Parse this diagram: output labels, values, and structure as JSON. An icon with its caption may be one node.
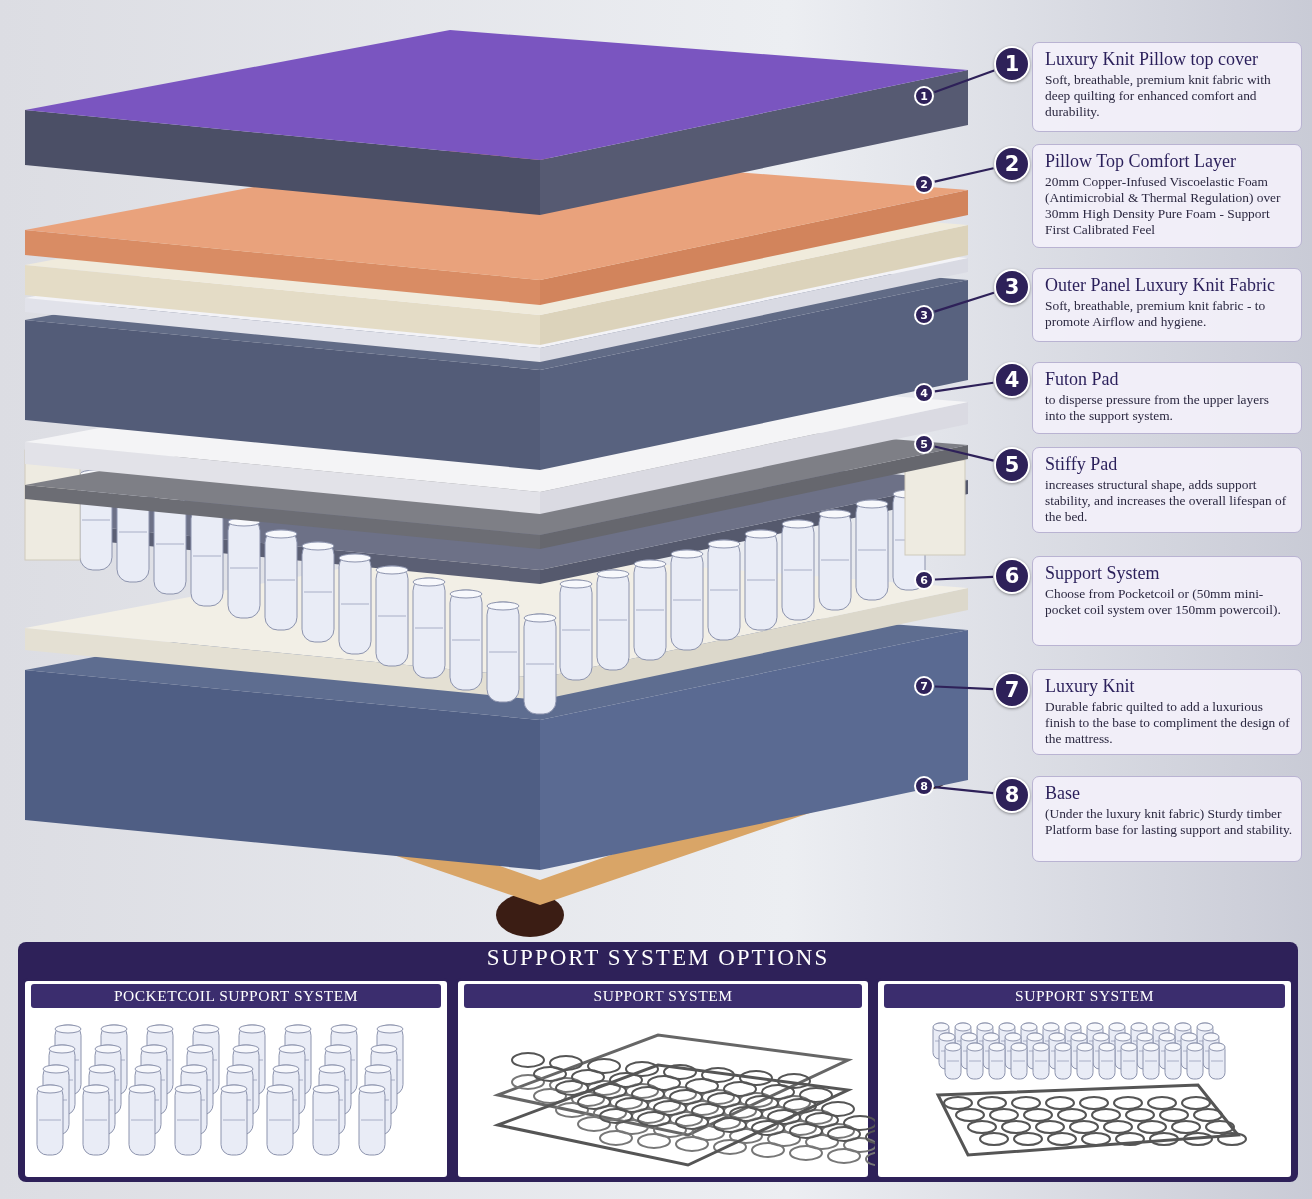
{
  "diagram": {
    "nodes": [
      {
        "text": [
          "1"
        ]
      },
      {
        "text": [
          "1"
        ]
      },
      {
        "text": [
          "Luxury Knit Pillow top cover",
          "Soft, breathable, premium knit fabric with deep quilting for enhanced comfort and durability."
        ]
      },
      {
        "text": [
          "2"
        ]
      },
      {
        "text": [
          "2"
        ]
      },
      {
        "text": [
          "Pillow Top Comfort Layer",
          "20mm Copper-Infused Viscoelastic Foam (Antimicrobial & Thermal Regulation) over 30mm High Density Pure Foam - Support First Calibrated Feel"
        ]
      },
      {
        "text": [
          "3"
        ]
      },
      {
        "text": [
          "3"
        ]
      },
      {
        "text": [
          "Outer Panel Luxury Knit Fabric",
          "Soft, breathable, premium knit fabric - to promote Airflow and hygiene."
        ]
      },
      {
        "text": [
          "4"
        ]
      },
      {
        "text": [
          "4"
        ]
      },
      {
        "text": [
          "Futon Pad",
          "to disperse pressure from the upper layers into the support system."
        ]
      },
      {
        "text": [
          "5"
        ]
      },
      {
        "text": [
          "5"
        ]
      },
      {
        "text": [
          "Stiffy Pad",
          "increases structural shape, adds support stability, and increases the overall lifespan of the bed."
        ]
      },
      {
        "text": [
          "6"
        ]
      },
      {
        "text": [
          "6"
        ]
      },
      {
        "text": [
          "Support System",
          "Choose from Pocketcoil or (50mm mini-pocket coil system over 150mm powercoil)."
        ]
      },
      {
        "text": [
          "7"
        ]
      },
      {
        "text": [
          "7"
        ]
      },
      {
        "text": [
          "Luxury Knit",
          "Durable fabric quilted to add a luxurious finish to the base to compliment the design of the mattress."
        ]
      },
      {
        "text": [
          "8"
        ]
      },
      {
        "text": [
          "8"
        ]
      },
      {
        "text": [
          "Base",
          "(Under the luxury knit fabric) Sturdy timber Platform base for lasting support and stability."
        ]
      },
      {
        "text": [
          "SUPPORT SYSTEM OPTIONS"
        ]
      },
      {
        "text": [
          "POCKETCOIL SUPPORT SYSTEM"
        ],
        "in": 24
      },
      {
        "text": [
          "SUPPORT SYSTEM"
        ],
        "in": 24
      },
      {
        "text": [
          "SUPPORT SYSTEM"
        ],
        "in": 24
      }
    ],
    "edges": [
      {
        "from": 0,
        "to": 1,
        "arrow": "none"
      },
      {
        "from": 3,
        "to": 4,
        "arrow": "none"
      },
      {
        "from": 6,
        "to": 7,
        "arrow": "none"
      },
      {
        "from": 9,
        "to": 10,
        "arrow": "none"
      },
      {
        "from": 12,
        "to": 13,
        "arrow": "none"
      },
      {
        "from": 15,
        "to": 16,
        "arrow": "none"
      },
      {
        "from": 18,
        "to": 19,
        "arrow": "none"
      },
      {
        "from": 21,
        "to": 22,
        "arrow": "none"
      }
    ]
  }
}
